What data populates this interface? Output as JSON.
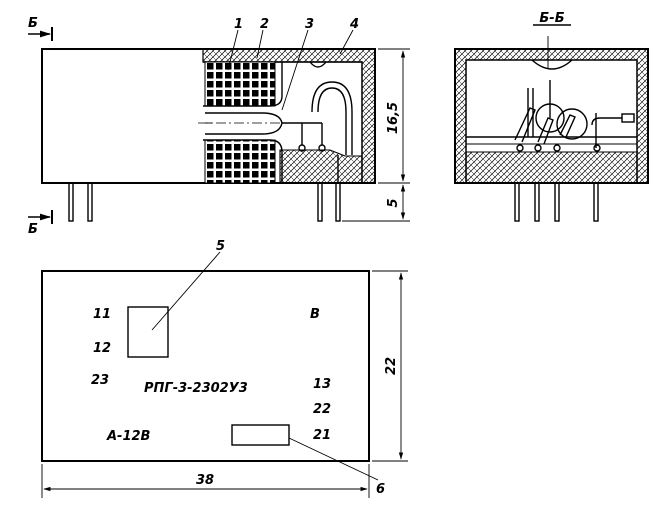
{
  "section_marks": {
    "top": "Б",
    "bottom": "Б",
    "section_title": "Б-Б"
  },
  "callouts": {
    "c1": "1",
    "c2": "2",
    "c3": "3",
    "c4": "4",
    "c5": "5",
    "c6": "6"
  },
  "dimensions": {
    "height_body": "16,5",
    "pin_length": "5",
    "height_top_view": "22",
    "width_top_view": "38"
  },
  "markings": {
    "pin_11": "11",
    "pin_12": "12",
    "pin_23": "23",
    "letter_b": "В",
    "pin_13": "13",
    "pin_22": "22",
    "pin_21": "21",
    "model": "РПГ-3-2302У3",
    "rating": "А-12В"
  }
}
